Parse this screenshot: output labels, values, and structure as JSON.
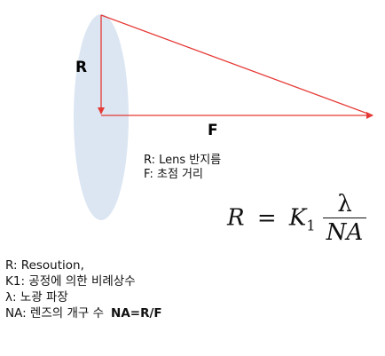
{
  "diagram": {
    "radius_label": "R",
    "focal_label": "F"
  },
  "notes": {
    "r": "R: Lens 반지름",
    "f": "F: 초점 거리"
  },
  "formula": {
    "lhs": "R",
    "eq": "=",
    "k": "K",
    "k_sub": "1",
    "numerator": "λ",
    "denominator": "NA"
  },
  "legend": {
    "line1": "R: Resoution,",
    "line2": "K1: 공정에 의한 비례상수",
    "line3": "λ: 노광 파장",
    "line4": "NA: 렌즈의 개구 수",
    "line4_emphasis": "NA=R/F"
  },
  "colors": {
    "lens_fill": "#dce6f2",
    "arrow": "#e53935"
  }
}
